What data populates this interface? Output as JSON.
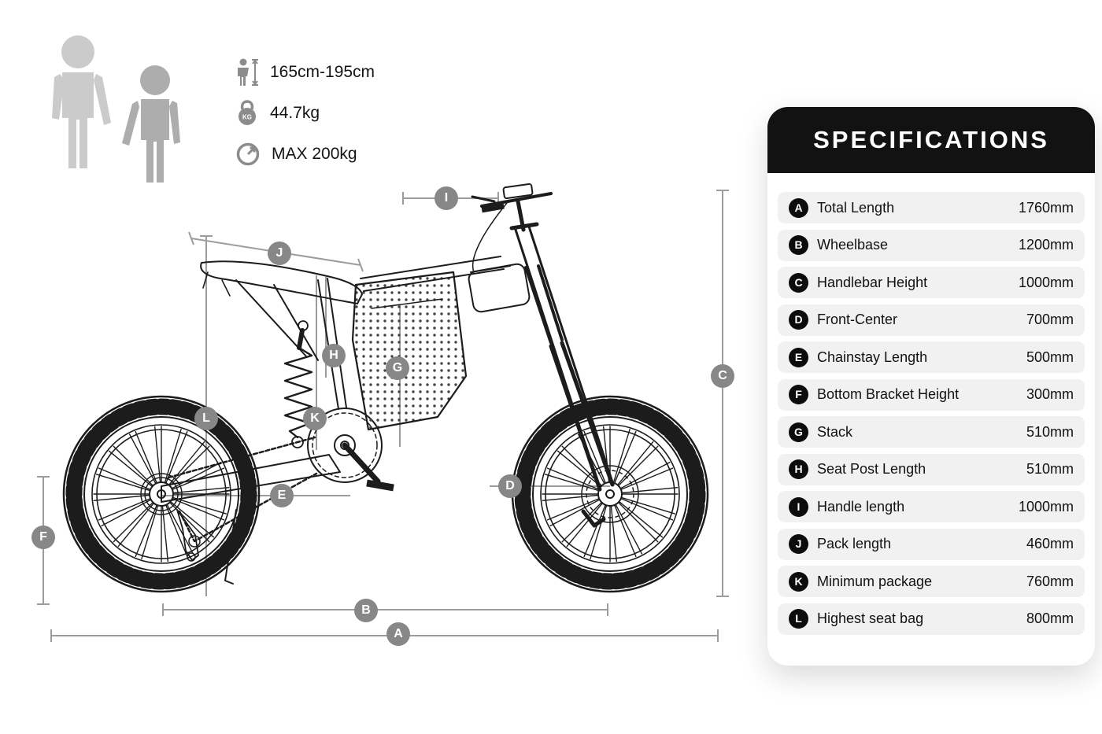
{
  "info": {
    "rider_height": "165cm-195cm",
    "weight": "44.7kg",
    "max_load": "MAX 200kg"
  },
  "diagram": {
    "markers": [
      "A",
      "B",
      "C",
      "D",
      "E",
      "F",
      "G",
      "H",
      "I",
      "J",
      "K",
      "L"
    ]
  },
  "specs": {
    "title": "SPECIFICATIONS",
    "rows": [
      {
        "key": "A",
        "label": "Total Length",
        "value": "1760mm"
      },
      {
        "key": "B",
        "label": "Wheelbase",
        "value": "1200mm"
      },
      {
        "key": "C",
        "label": "Handlebar Height",
        "value": "1000mm"
      },
      {
        "key": "D",
        "label": "Front-Center",
        "value": "700mm"
      },
      {
        "key": "E",
        "label": "Chainstay Length",
        "value": "500mm"
      },
      {
        "key": "F",
        "label": "Bottom Bracket Height",
        "value": "300mm"
      },
      {
        "key": "G",
        "label": "Stack",
        "value": "510mm"
      },
      {
        "key": "H",
        "label": "Seat Post Length",
        "value": "510mm"
      },
      {
        "key": "I",
        "label": "Handle length",
        "value": "1000mm"
      },
      {
        "key": "J",
        "label": "Pack length",
        "value": "460mm"
      },
      {
        "key": "K",
        "label": "Minimum package",
        "value": "760mm"
      },
      {
        "key": "L",
        "label": "Highest seat bag",
        "value": "800mm"
      }
    ]
  },
  "colors": {
    "header_bg": "#121212",
    "row_bg": "#f1f1f2",
    "marker_bg": "#878787",
    "dimension_line": "#9c9c9c",
    "bike_line": "#1c1c1c"
  }
}
